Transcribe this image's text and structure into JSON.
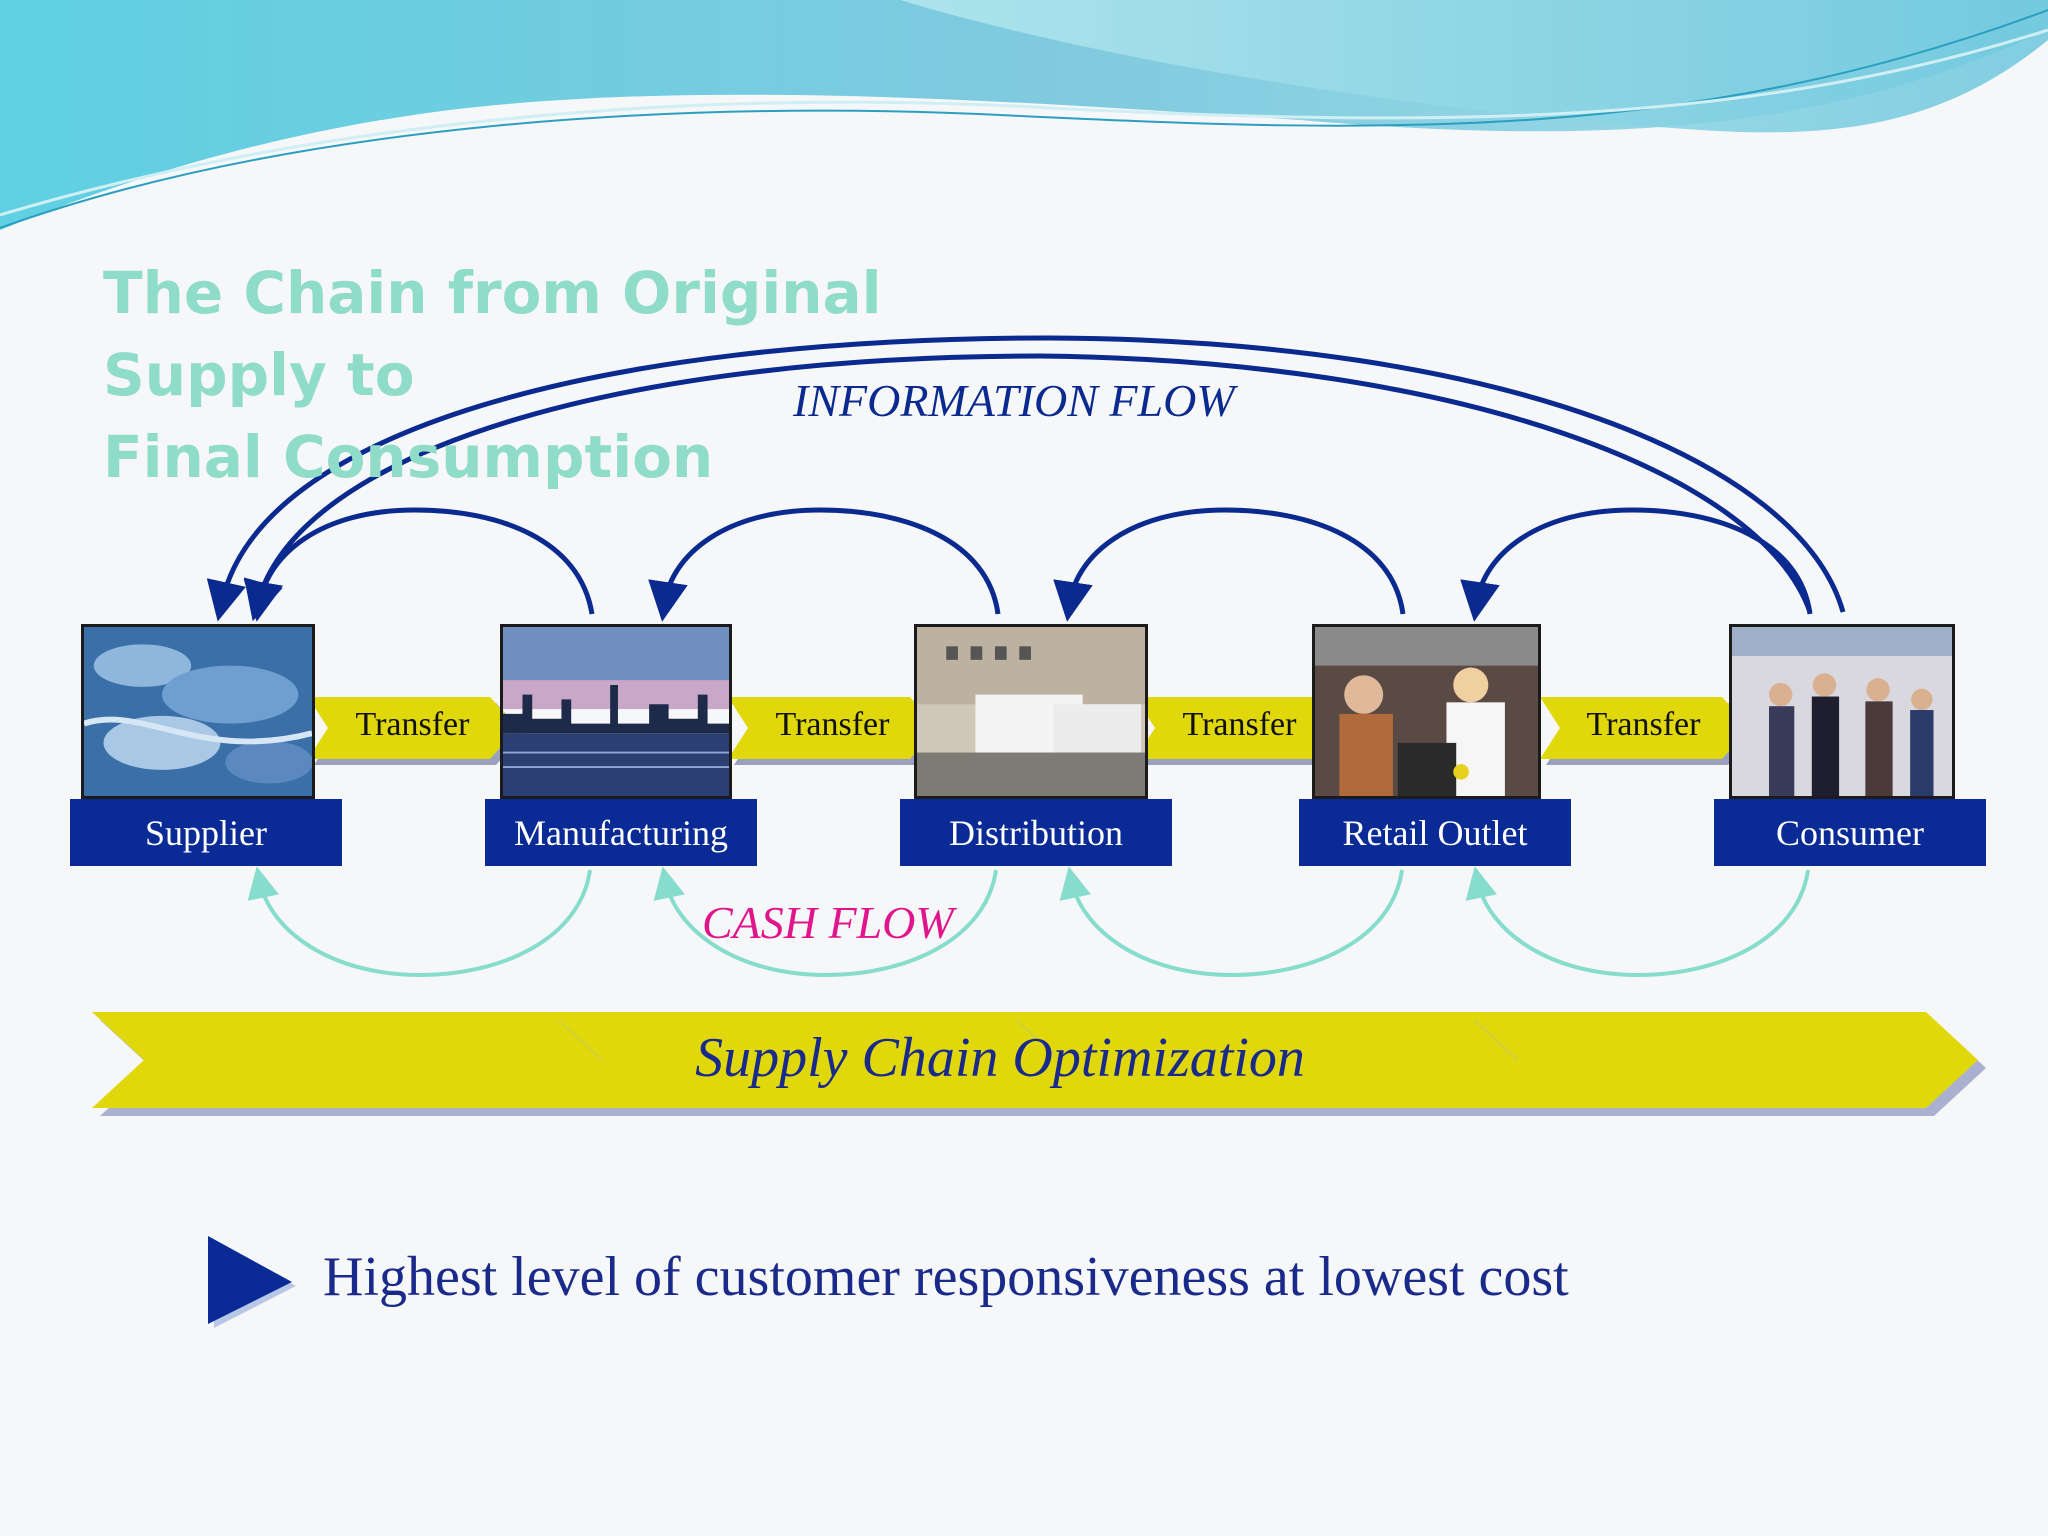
{
  "slide": {
    "title_line1": "The Chain from Original Supply to",
    "title_line2": "Final Consumption"
  },
  "flows": {
    "information": "INFORMATION FLOW",
    "cash": "CASH FLOW"
  },
  "stages": [
    {
      "label": "Supplier"
    },
    {
      "label": "Manufacturing"
    },
    {
      "label": "Distribution"
    },
    {
      "label": "Retail Outlet"
    },
    {
      "label": "Consumer"
    }
  ],
  "transfers": [
    "Transfer",
    "Transfer",
    "Transfer",
    "Transfer"
  ],
  "optimization": "Supply Chain Optimization",
  "goal": "Highest level of customer responsiveness at lowest cost",
  "colors": {
    "stage_box": "#0a2a96",
    "info_arrow": "#0b2a8f",
    "cash_arrow": "#86dccd",
    "transfer_arrow": "#e0d80a",
    "title": "#8fdcc8",
    "cash_label": "#e0158c"
  }
}
